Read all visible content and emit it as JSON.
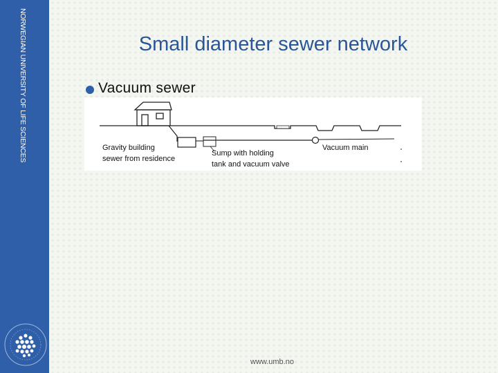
{
  "sidebar": {
    "institution": "NORWEGIAN UNIVERSITY OF LIFE SCIENCES",
    "logo_icon": "university-seal-icon",
    "color": "#2f5fa8"
  },
  "slide": {
    "title": "Small diameter sewer network",
    "bullet": "Vacuum sewer"
  },
  "diagram": {
    "label_building": [
      "Gravity building",
      "sewer from residence"
    ],
    "label_sump": [
      "Sump with holding",
      "tank and vacuum valve"
    ],
    "label_main": "Vacuum main"
  },
  "footer": {
    "url": "www.umb.no"
  },
  "colors": {
    "title": "#2a5597",
    "accent": "#2f5fa8"
  }
}
